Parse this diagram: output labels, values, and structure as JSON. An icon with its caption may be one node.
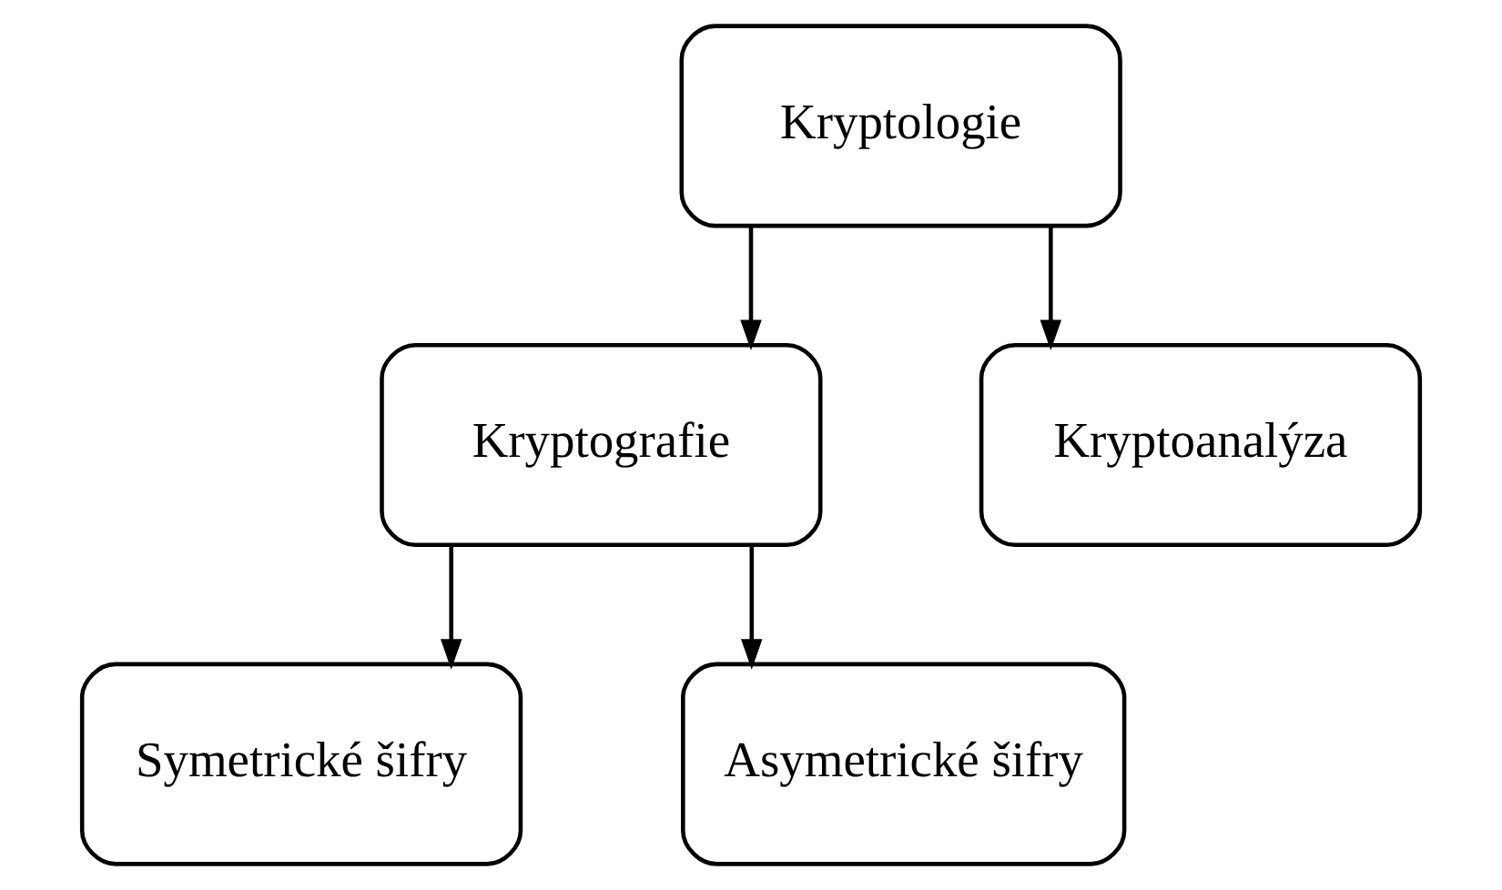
{
  "diagram": {
    "nodes": [
      {
        "text": [
          "Kryptologie"
        ]
      },
      {
        "text": [
          "Kryptografie"
        ]
      },
      {
        "text": [
          "Kryptoanalýza"
        ]
      },
      {
        "text": [
          "Symetrické šifry"
        ]
      },
      {
        "text": [
          "Asymetrické šifry"
        ]
      }
    ],
    "edges": [
      {
        "from": 0,
        "to": 1,
        "arrow": "to"
      },
      {
        "from": 0,
        "to": 2,
        "arrow": "to"
      },
      {
        "from": 1,
        "to": 3,
        "arrow": "to"
      },
      {
        "from": 1,
        "to": 4,
        "arrow": "to"
      }
    ]
  }
}
